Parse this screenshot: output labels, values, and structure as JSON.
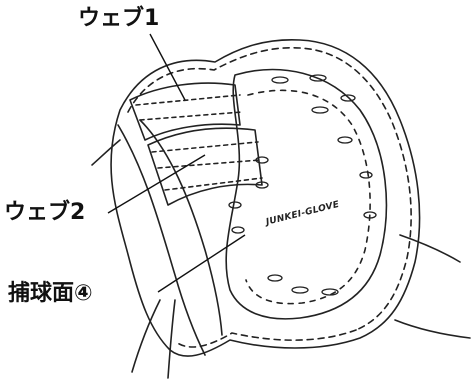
{
  "labels": {
    "web1": "ウェブ1",
    "web2": "ウェブ2",
    "pocket": "捕球面④"
  },
  "glove_brand_text": "JUNKEI-GLOVE",
  "colors": {
    "line": "#222222",
    "text": "#111111",
    "background": "#ffffff"
  }
}
